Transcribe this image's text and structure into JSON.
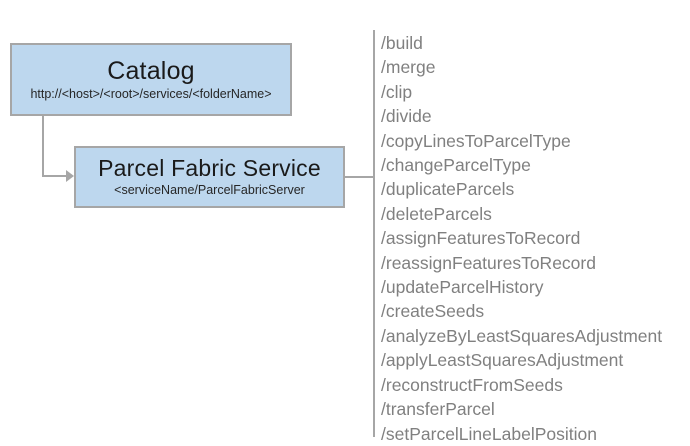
{
  "diagram": {
    "background_color": "#ffffff",
    "node_fill_color": "#bdd7ee",
    "node_border_color": "#a6a6a6",
    "connector_color": "#a6a6a6",
    "list_text_color": "#808080",
    "nodes": [
      {
        "id": "catalog",
        "title": "Catalog",
        "subtitle": "http://<host>/<root>/services/<folderName>"
      },
      {
        "id": "parcel-fabric-service",
        "title": "Parcel Fabric Service",
        "subtitle": "<serviceName/ParcelFabricServer"
      }
    ],
    "operations": [
      "/build",
      "/merge",
      "/clip",
      "/divide",
      "/copyLinesToParcelType",
      "/changeParcelType",
      "/duplicateParcels",
      "/deleteParcels",
      "/assignFeaturesToRecord",
      "/reassignFeaturesToRecord",
      "/updateParcelHistory",
      "/createSeeds",
      "/analyzeByLeastSquaresAdjustment",
      "/applyLeastSquaresAdjustment",
      "/reconstructFromSeeds",
      "/transferParcel",
      "/setParcelLineLabelPosition"
    ]
  }
}
